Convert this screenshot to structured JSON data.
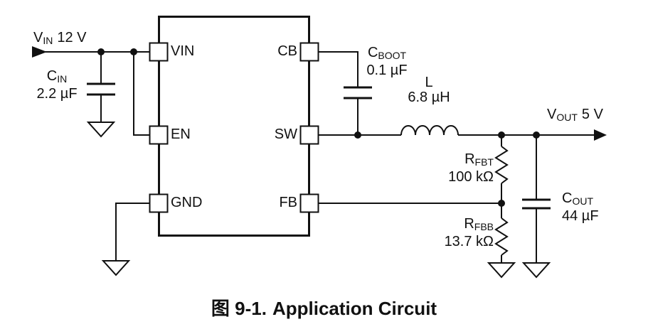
{
  "colors": {
    "ink": "#111111",
    "background": "#ffffff"
  },
  "schematic": {
    "ic_pins": {
      "vin": "VIN",
      "en": "EN",
      "gnd": "GND",
      "cb": "CB",
      "sw": "SW",
      "fb": "FB"
    },
    "labels": {
      "vin_source": {
        "sym": "V",
        "sub": "IN",
        "value": "12 V"
      },
      "cin": {
        "sym": "C",
        "sub": "IN",
        "value": "2.2 µF"
      },
      "cboot": {
        "sym": "C",
        "sub": "BOOT",
        "value": "0.1 µF"
      },
      "inductor": {
        "sym": "L",
        "value": "6.8 µH"
      },
      "vout": {
        "sym": "V",
        "sub": "OUT",
        "value": "5 V"
      },
      "rfbt": {
        "sym": "R",
        "sub": "FBT",
        "value": "100 kΩ"
      },
      "rfbb": {
        "sym": "R",
        "sub": "FBB",
        "value": "13.7 kΩ"
      },
      "cout": {
        "sym": "C",
        "sub": "OUT",
        "value": "44 µF"
      }
    }
  },
  "caption": {
    "figure": "图 9-1.",
    "title": "Application Circuit"
  }
}
